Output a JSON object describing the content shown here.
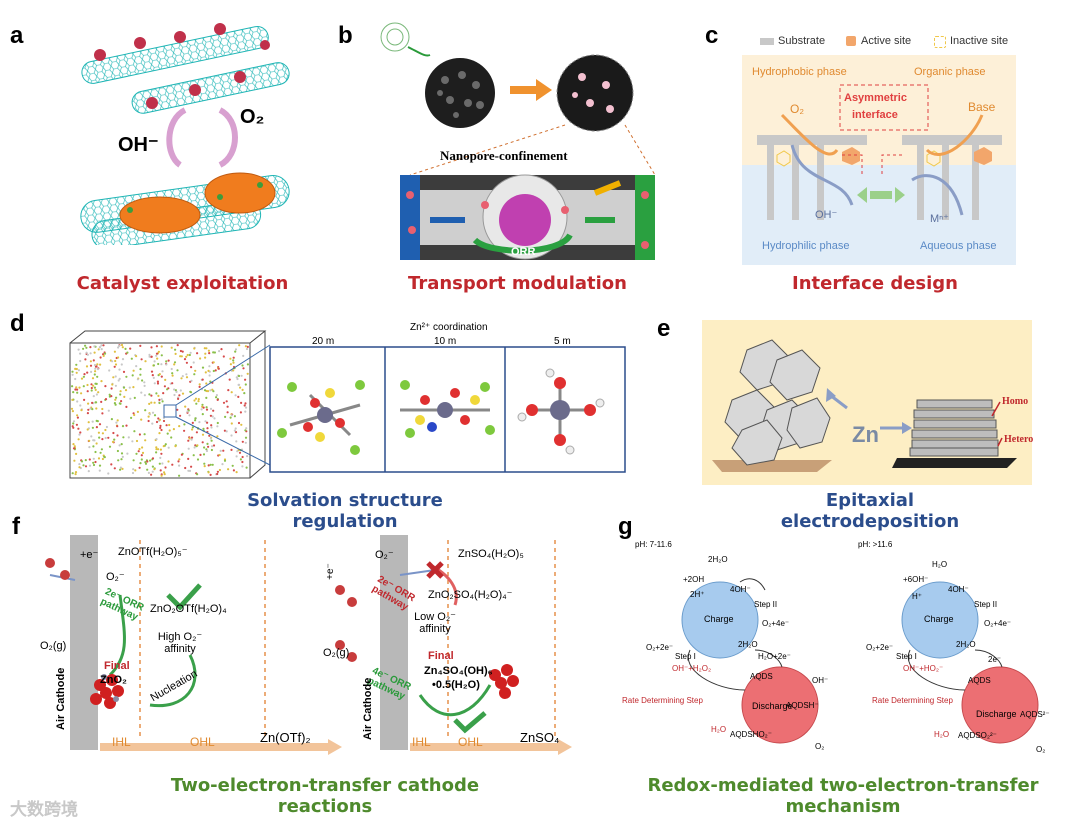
{
  "panels": {
    "a": {
      "label": "a",
      "caption": "Catalyst exploitation",
      "ohm": "OH⁻",
      "o2": "O₂"
    },
    "b": {
      "label": "b",
      "caption": "Transport modulation",
      "nanopore": "Nanopore-confinement",
      "orr": "ORR"
    },
    "c": {
      "label": "c",
      "caption": "Interface design",
      "legend_substrate": "Substrate",
      "legend_active": "Active site",
      "legend_inactive": "Inactive site",
      "hydrophobic": "Hydrophobic phase",
      "organic": "Organic phase",
      "asym1": "Asymmetric",
      "asym2": "interface",
      "o2": "O₂",
      "base": "Base",
      "ohm": "OH⁻",
      "mn": "Mⁿ⁺",
      "hydrophilic": "Hydrophilic phase",
      "aqueous": "Aqueous phase"
    },
    "d": {
      "label": "d",
      "caption": "Solvation structure regulation",
      "coord": "Zn²⁺ coordination",
      "c20": "20 m",
      "c10": "10 m",
      "c5": "5 m"
    },
    "e": {
      "label": "e",
      "caption": "Epitaxial electrodeposition",
      "zn": "Zn",
      "homo": "Homo",
      "hetero": "Hetero"
    },
    "f": {
      "label": "f",
      "caption": "Two-electron-transfer cathode reactions",
      "left": {
        "eminus": "+e⁻",
        "o2minus": "O₂⁻",
        "complex1": "ZnOTf(H₂O)₅⁻",
        "complex2": "ZnO₂OTf(H₂O)₄",
        "pathway": "2e⁻ ORR pathway",
        "affinity": "High O₂⁻ affinity",
        "nucleation": "Nucleation",
        "o2g": "O₂(g)",
        "final": "Final",
        "zno2": "ZnO₂",
        "aircathode": "Air Cathode",
        "ihl": "IHL",
        "ohl": "OHL",
        "salt": "Zn(OTf)₂"
      },
      "right": {
        "eminus": "+e⁻",
        "o2minus": "O₂⁻",
        "complex1": "ZnSO₄(H₂O)₅",
        "complex2": "ZnO₂SO₄(H₂O)₄⁻",
        "pathway2": "2e⁻ ORR pathway",
        "affinity": "Low O₂⁻ affinity",
        "pathway4": "4e⁻ ORR pathway",
        "final": "Final",
        "product1": "Zn₄SO₄(OH)₆",
        "product2": "•0.5(H₂O)",
        "o2g": "O₂(g)",
        "aircathode": "Air Cathode",
        "ihl": "IHL",
        "ohl": "OHL",
        "salt": "ZnSO₄"
      }
    },
    "g": {
      "label": "g",
      "caption": "Redox-mediated two-electron-transfer mechanism",
      "left": {
        "ph": "pH: 7-11.6",
        "charge": "Charge",
        "discharge": "Discharge",
        "h2o_top": "2H₂O",
        "oh2": "+2OH",
        "h4": "4OH⁻",
        "h2plus": "2H⁺",
        "step2": "Step II",
        "o2_4e": "O₂+4e⁻",
        "o2_2e": "O₂+2e⁻",
        "step1": "Step I",
        "h2o_mid": "2H₂O",
        "ohh2o2": "OH⁻+H₂O₂",
        "h2o2e": "H₂O+2e⁻",
        "ohm": "OH⁻",
        "rds": "Rate Determining Step",
        "aqds": "AQDS",
        "aqdsh": "AQDSH⁻",
        "aqdsho2": "AQDSHO₂⁻",
        "h2o": "H₂O",
        "o2": "O₂"
      },
      "right": {
        "ph": "pH: >11.6",
        "charge": "Charge",
        "discharge": "Discharge",
        "h2o_top": "H₂O",
        "oh6": "+6OH⁻",
        "h4": "4OH⁻",
        "hplus": "H⁺",
        "step2": "Step II",
        "o2_4e": "O₂+4e⁻",
        "o2_2e": "O₂+2e⁻",
        "step1": "Step I",
        "h2o_mid": "2H₂O",
        "ohho2": "OH⁻+HO₂⁻",
        "e2": "2e⁻",
        "rds": "Rate Determining Step",
        "aqds": "AQDS",
        "aqds2": "AQDS²⁻",
        "aqdso2": "AQDSO₂²⁻",
        "h2o": "H₂O",
        "o2": "O₂"
      }
    }
  },
  "watermark": "大数跨境",
  "colors": {
    "caption_red": "#c0282d",
    "caption_blue": "#2b4d8c",
    "caption_green": "#4e8a2c",
    "orange": "#f0a050",
    "charge_blue": "#a7cbee",
    "discharge_red": "#ec6f73"
  }
}
